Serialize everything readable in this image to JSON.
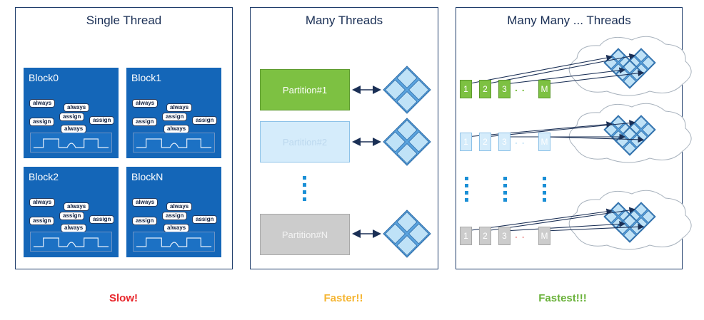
{
  "panels": {
    "single": {
      "title": "Single Thread"
    },
    "many": {
      "title": "Many Threads"
    },
    "manymany": {
      "title": "Many Many ... Threads"
    }
  },
  "blocks": [
    "Block0",
    "Block1",
    "Block2",
    "BlockN"
  ],
  "pill_labels": {
    "always": "always",
    "assign": "assign"
  },
  "partitions": [
    "Partition#1",
    "Partition#2",
    "Partition#N"
  ],
  "thread_labels": [
    "1",
    "2",
    "3",
    "M"
  ],
  "thread_dots": ". .",
  "verdicts": {
    "slow": "Slow!",
    "faster": "Faster!!",
    "fastest": "Fastest!!!"
  },
  "colors": {
    "panel_border": "#1f3d6b",
    "block_blue": "#1466b8",
    "green": "#7dc142",
    "light_blue": "#d5ecfb",
    "gray": "#cccccc",
    "chip_blue": "#5aa3de",
    "red": "#e8262b",
    "orange": "#f5b532",
    "fastest_green": "#6ab23a"
  }
}
